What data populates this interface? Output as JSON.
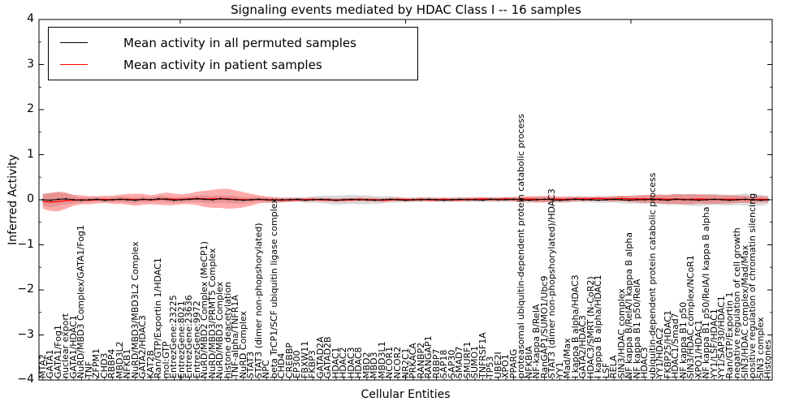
{
  "title": "Signaling events mediated by HDAC Class I -- 16 samples",
  "axes": {
    "xlabel": "Cellular Entities",
    "ylabel": "Inferred Activity",
    "ylim": [
      -4,
      4
    ],
    "yticks": [
      4,
      3,
      2,
      1,
      0,
      -1,
      -2,
      -3,
      -4
    ]
  },
  "legend": {
    "entries": [
      {
        "label": "Mean activity in all permuted samples",
        "color": "#000000"
      },
      {
        "label": "Mean activity in patient samples",
        "color": "#ff0000"
      }
    ]
  },
  "chart_data": {
    "type": "line",
    "title": "Signaling events mediated by HDAC Class I -- 16 samples",
    "xlabel": "Cellular Entities",
    "ylabel": "Inferred Activity",
    "ylim": [
      -4,
      4
    ],
    "grid": false,
    "legend_position": "upper left",
    "categories": [
      "MTA2",
      "GATA1",
      "GATA1/Fog1",
      "nuclear export",
      "GATA1/HDAC1",
      "NuRD/MBD3 Complex/GATA1/Fog1",
      "TNF",
      "ZFPM1",
      "CHD3",
      "RBBP4",
      "MBD3L2",
      "NFKB1",
      "NuRD/MBD3/MBD3L2 Complex",
      "GATA2/HDAC3",
      "KAT2B",
      "Ran/GTP/Exportin 1/HDAC1",
      "mol:GTP",
      "EntrezGene:23225",
      "EntrezGene:8021",
      "EntrezGene:23636",
      "EntrezGene:9972",
      "NuRD/MBD2 Complex (MeCP1)",
      "NuRD/MBD3/PRMT5 Complex",
      "NuRD/MBD3 Complex",
      "histone deacetylation",
      "TNF-alpha/TNFR1A",
      "NuRD Complex",
      "STAT3",
      "STAT3 (dimer non-phopshorylated)",
      "NPC",
      "beta TrCP1/SCF ubiquitin ligase complex",
      "CHD4",
      "CREBBP",
      "EP300",
      "FBXW11",
      "FKBP3",
      "GATAD2A",
      "GATAD2B",
      "HDAC1",
      "HDAC2",
      "HDAC3",
      "HDAC8",
      "MBD2",
      "MBD3",
      "MBD3L1",
      "NCOR1",
      "NCOR2",
      "NR2C1",
      "PRKACA",
      "RANBP2",
      "RANGAP1",
      "RBBP7",
      "SAP18",
      "SAP30",
      "SMAD7",
      "SMURF1",
      "SUMO1",
      "TNFRSF1A",
      "TP53",
      "UBE2I",
      "XPO1",
      "PPARG",
      "proteasomal ubiquitin-dependent protein catabolic process",
      "NFKBIA",
      "NF-kappa B/RelA",
      "RanGAP1/SUMO1/Ubc9",
      "STAT3 (dimer non-phopshorylated)/HDAC3",
      "YY1",
      "Mad/Max",
      "I kappa B alpha/HDAC3",
      "GATA2/HDAC3",
      "HDAC3/SMRT (N-CoR2)",
      "I kappa B alpha/HDAC1",
      "LSF",
      "RELA",
      "SIN3/HDAC complex",
      "NF kappa B/RelA/I kappa B alpha",
      "NF kappa B1 p50/RelA",
      "HDAC3",
      "ubiquitin-dependent protein catabolic process",
      "YY1/HDAC2",
      "FKBP25/HDAC1",
      "HDAC1/Smad7",
      "NF kappa B1 p50",
      "SIN3/HDAC complex/NCoR1",
      "XPO1/HDAC1",
      "NF kappa B1 p50/RelA/I kappa B alpha",
      "YY1/LSF/HDAC1",
      "YY1/SAP30/HDAC1",
      "Ran/GTP/Exportin 1",
      "negative regulation of cell growth",
      "SIN3/HDAC complex/Mad/Max",
      "positive regulation of chromatin silencing",
      "SIN3 complex",
      "Histones"
    ],
    "series": [
      {
        "name": "Mean activity in all permuted samples",
        "color": "#000000",
        "values": [
          0,
          -0.01,
          0.01,
          0.02,
          0,
          -0.01,
          0,
          0.01,
          -0.01,
          0,
          0.01,
          0,
          -0.01,
          0.01,
          0,
          0.02,
          0.01,
          -0.01,
          0,
          0.01,
          0.02,
          0.01,
          0,
          0.02,
          0.01,
          0,
          -0.01,
          0,
          0.01,
          0,
          -0.01,
          0,
          0,
          0.01,
          -0.01,
          0,
          0.01,
          0,
          -0.01,
          0,
          0.01,
          0,
          0,
          -0.01,
          0,
          0.01,
          0,
          -0.01,
          0,
          0,
          0.01,
          0,
          -0.01,
          0,
          0.01,
          0,
          0,
          -0.01,
          0.01,
          0,
          0,
          0.01,
          0,
          -0.01,
          0,
          0.01,
          0,
          -0.01,
          0,
          0.01,
          0,
          0,
          -0.01,
          0,
          0.01,
          0,
          -0.01,
          0,
          0,
          0.01,
          0,
          -0.01,
          0.01,
          0,
          0,
          -0.01,
          0,
          0.01,
          0,
          -0.01,
          0,
          0.01,
          0,
          -0.01,
          0
        ]
      },
      {
        "name": "Mean activity in patient samples",
        "color": "#ff0000",
        "values": [
          -0.04,
          -0.05,
          -0.04,
          -0.02,
          -0.01,
          0,
          -0.01,
          0,
          0.01,
          0,
          0.01,
          0.01,
          0,
          0.01,
          0,
          0.01,
          0.02,
          0.01,
          0.01,
          0.02,
          0.03,
          0.02,
          0.02,
          0.03,
          0.02,
          0.01,
          0,
          0,
          0.01,
          0,
          0,
          -0.01,
          0,
          0,
          0,
          0.01,
          0,
          0,
          -0.01,
          0,
          0,
          0.01,
          0,
          0,
          -0.01,
          0,
          0.01,
          0,
          0,
          0.01,
          0,
          0,
          0.01,
          0,
          0,
          0.01,
          0.01,
          0.02,
          0.01,
          0.01,
          0.02,
          0.01,
          0.01,
          0.02,
          0.01,
          0.01,
          0.02,
          0.01,
          0.01,
          0.02,
          0.02,
          0.02,
          0.03,
          0.02,
          0.02,
          0.03,
          0.02,
          0.02,
          0.02,
          0.02,
          0.02,
          0.01,
          0.02,
          0.01,
          0.01,
          0.02,
          0.01,
          0.01,
          0.01,
          0.01,
          0.01,
          0.01,
          0,
          0.01,
          0
        ]
      }
    ],
    "bands": [
      {
        "name": "permuted-samples-spread",
        "color": "rgba(110,110,110,0.25)",
        "half_widths": [
          0.14,
          0.16,
          0.15,
          0.12,
          0.08,
          0.06,
          0.05,
          0.05,
          0.05,
          0.05,
          0.06,
          0.06,
          0.06,
          0.06,
          0.05,
          0.06,
          0.06,
          0.06,
          0.06,
          0.06,
          0.07,
          0.08,
          0.08,
          0.08,
          0.08,
          0.08,
          0.07,
          0.06,
          0.05,
          0.05,
          0.05,
          0.05,
          0.05,
          0.05,
          0.06,
          0.07,
          0.08,
          0.09,
          0.1,
          0.1,
          0.1,
          0.1,
          0.1,
          0.09,
          0.08,
          0.07,
          0.06,
          0.05,
          0.05,
          0.05,
          0.05,
          0.05,
          0.05,
          0.05,
          0.05,
          0.05,
          0.05,
          0.05,
          0.05,
          0.05,
          0.05,
          0.05,
          0.06,
          0.06,
          0.06,
          0.06,
          0.06,
          0.06,
          0.06,
          0.06,
          0.06,
          0.06,
          0.06,
          0.07,
          0.07,
          0.08,
          0.08,
          0.08,
          0.09,
          0.09,
          0.1,
          0.11,
          0.12,
          0.12,
          0.13,
          0.13,
          0.13,
          0.12,
          0.12,
          0.12,
          0.12,
          0.13,
          0.13,
          0.12,
          0.1
        ]
      },
      {
        "name": "patient-samples-spread",
        "color": "rgba(255,0,0,0.33)",
        "half_widths": [
          0.16,
          0.2,
          0.22,
          0.18,
          0.12,
          0.1,
          0.09,
          0.08,
          0.08,
          0.09,
          0.1,
          0.12,
          0.13,
          0.12,
          0.1,
          0.12,
          0.14,
          0.13,
          0.11,
          0.12,
          0.15,
          0.18,
          0.2,
          0.21,
          0.22,
          0.2,
          0.17,
          0.13,
          0.09,
          0.07,
          0.06,
          0.05,
          0.05,
          0.04,
          0.04,
          0.04,
          0.04,
          0.04,
          0.04,
          0.04,
          0.04,
          0.04,
          0.04,
          0.04,
          0.04,
          0.04,
          0.04,
          0.04,
          0.04,
          0.04,
          0.04,
          0.04,
          0.04,
          0.04,
          0.04,
          0.04,
          0.04,
          0.04,
          0.04,
          0.04,
          0.04,
          0.05,
          0.06,
          0.06,
          0.07,
          0.07,
          0.06,
          0.06,
          0.06,
          0.05,
          0.05,
          0.05,
          0.05,
          0.05,
          0.06,
          0.06,
          0.07,
          0.08,
          0.09,
          0.09,
          0.1,
          0.1,
          0.11,
          0.11,
          0.11,
          0.1,
          0.1,
          0.1,
          0.09,
          0.09,
          0.08,
          0.08,
          0.07,
          0.07,
          0.06
        ]
      }
    ]
  }
}
